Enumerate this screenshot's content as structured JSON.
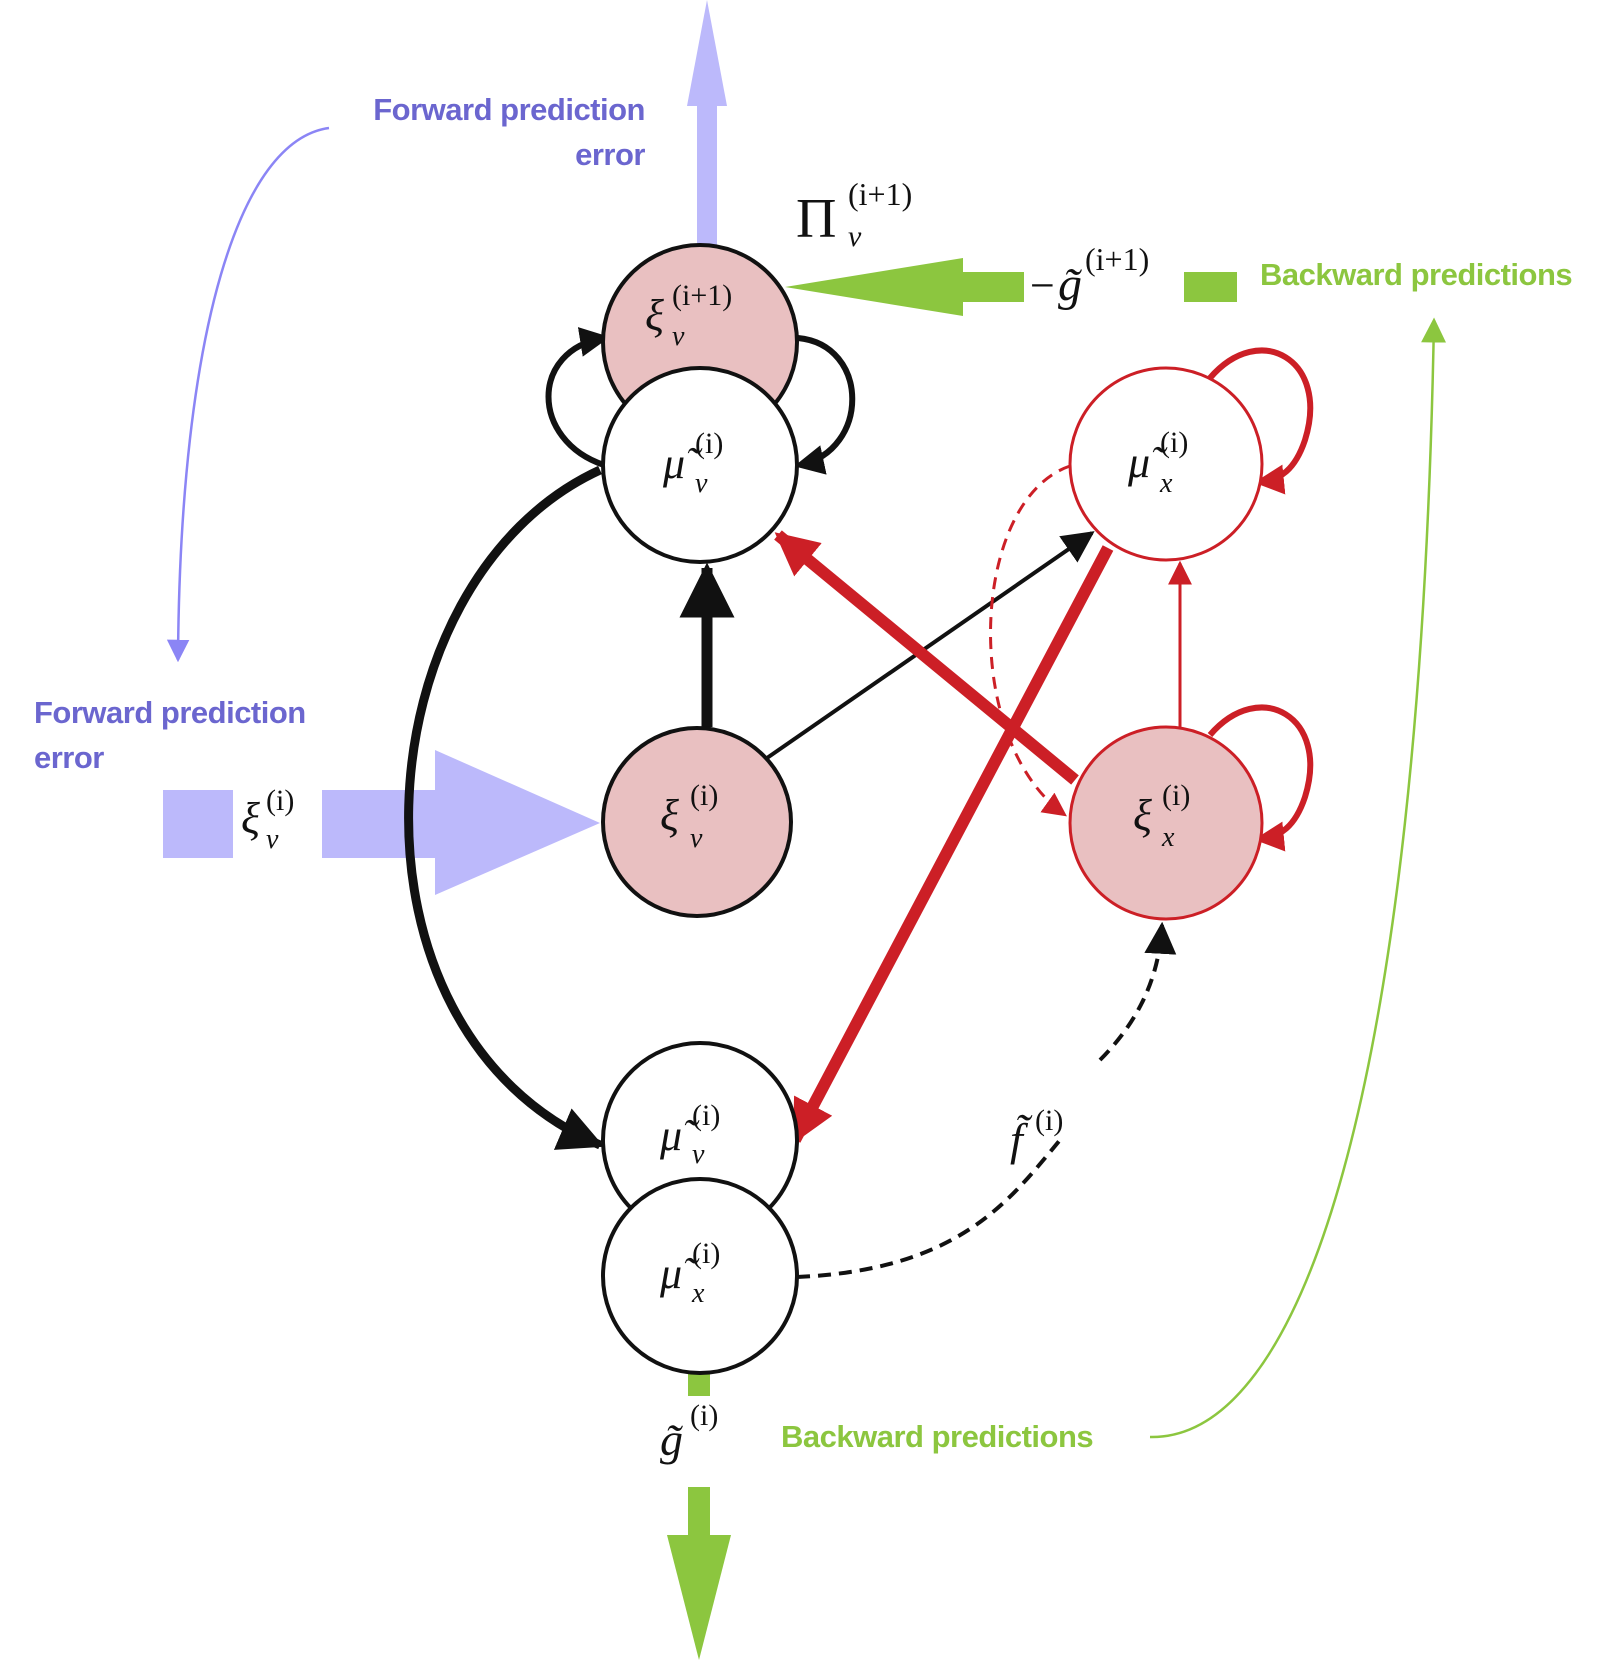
{
  "colors": {
    "forward_error": "#bcb9fb",
    "forward_error_text": "#6b66cf",
    "backward_prediction": "#8cc63f",
    "hidden_state": "#cc1f26",
    "error_unit_fill": "#e9c0c1",
    "expectation_fill": "#ffffff",
    "ink": "#111111"
  },
  "labels": {
    "forward_error_top": [
      "Forward prediction",
      "error"
    ],
    "forward_error_left": [
      "Forward prediction",
      "error"
    ],
    "backward_top": "Backward predictions",
    "backward_bottom": "Backward predictions"
  },
  "nodes": {
    "xi_v_next": {
      "base": "ξ",
      "sup": "(i+1)",
      "sub": "v",
      "kind": "error"
    },
    "mu_v_top": {
      "base": "μ̃",
      "sup": "(i)",
      "sub": "v",
      "kind": "expectation"
    },
    "xi_v": {
      "base": "ξ",
      "sup": "(i)",
      "sub": "v",
      "kind": "error"
    },
    "mu_x_right": {
      "base": "μ̃",
      "sup": "(i)",
      "sub": "x",
      "kind": "expectation-hidden"
    },
    "xi_x": {
      "base": "ξ",
      "sup": "(i)",
      "sub": "x",
      "kind": "error-hidden"
    },
    "mu_v_bottom": {
      "base": "μ̃",
      "sup": "(i)",
      "sub": "v",
      "kind": "expectation"
    },
    "mu_x_bottom": {
      "base": "μ̃",
      "sup": "(i)",
      "sub": "x",
      "kind": "expectation"
    }
  },
  "math_labels": {
    "precision": {
      "base": "Π",
      "sup": "(i+1)",
      "sub": "v"
    },
    "g_next": {
      "prefix": "−",
      "base": "g̃",
      "sup": "(i+1)"
    },
    "xi_v_input": {
      "base": "ξ",
      "sup": "(i)",
      "sub": "v"
    },
    "f": {
      "base": "f̃",
      "sup": "(i)"
    },
    "g": {
      "base": "g̃",
      "sup": "(i)"
    }
  }
}
